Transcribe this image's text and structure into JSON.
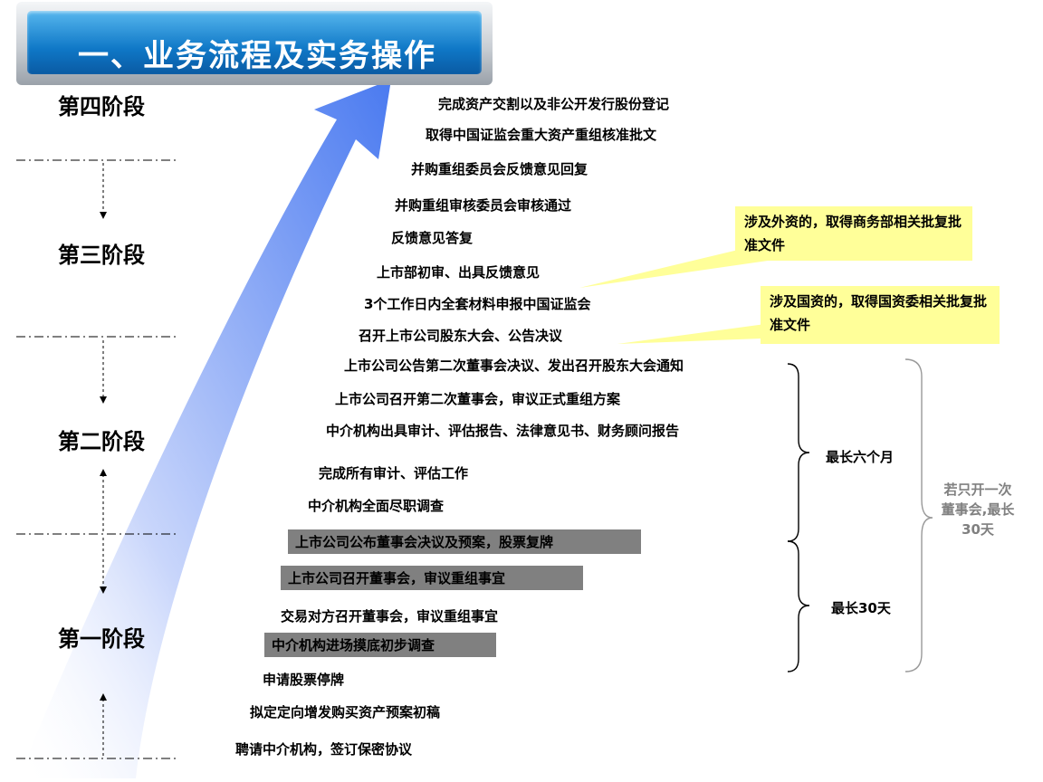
{
  "title": "一、业务流程及实务操作",
  "stages": [
    "第四阶段",
    "第三阶段",
    "第二阶段",
    "第一阶段"
  ],
  "steps": [
    "完成资产交割以及非公开发行股份登记",
    "取得中国证监会重大资产重组核准批文",
    "并购重组委员会反馈意见回复",
    "并购重组审核委员会审核通过",
    "反馈意见答复",
    "上市部初审、出具反馈意见",
    "3个工作日内全套材料申报中国证监会",
    "召开上市公司股东大会、公告决议",
    "上市公司公告第二次董事会决议、发出召开股东大会通知",
    "上市公司召开第二次董事会，审议正式重组方案",
    "中介机构出具审计、评估报告、法律意见书、财务顾问报告",
    "完成所有审计、评估工作",
    "中介机构全面尽职调查",
    "上市公司公布董事会决议及预案，股票复牌",
    "上市公司召开董事会，审议重组事宜",
    "交易对方召开董事会，审议重组事宜",
    "中介机构进场摸底初步调查",
    "申请股票停牌",
    "拟定定向增发购买资产预案初稿",
    "聘请中介机构，签订保密协议"
  ],
  "notes": [
    "涉及外资的，取得商务部相关批复批准文件",
    "涉及国资的，取得国资委相关批复批准文件"
  ],
  "braces": [
    "最长六个月",
    "最长30天"
  ],
  "outer_brace_label": "若只开一次董事会,最长30天",
  "colors": {
    "title_blue": "#1380cf",
    "arrow_blue": "#4f7ff0",
    "note_yellow": "#ffff99",
    "highlight_gray": "#808080"
  }
}
